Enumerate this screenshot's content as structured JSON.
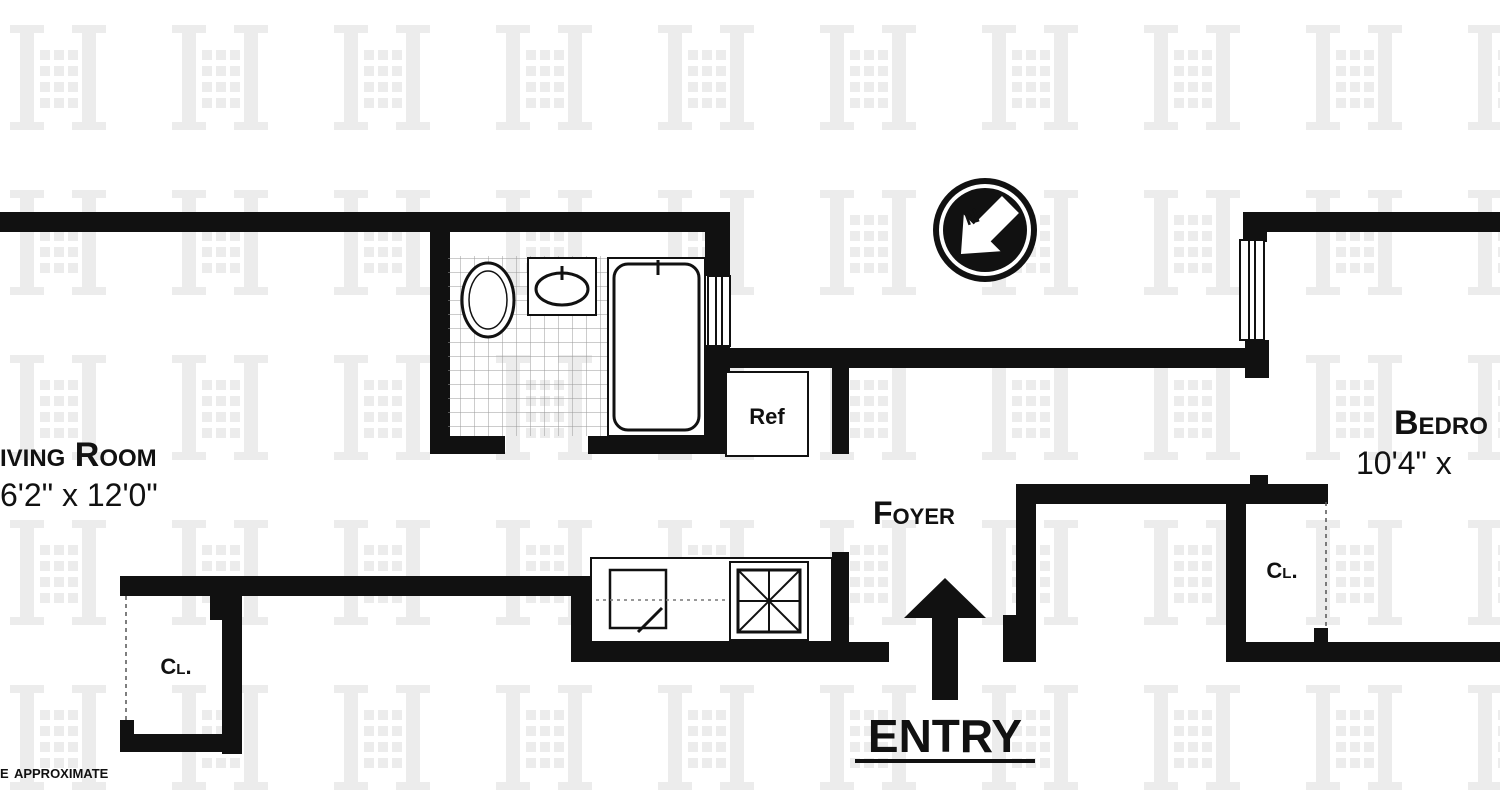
{
  "rooms": {
    "living_room": {
      "name": "iving Room",
      "dimensions": "6'2\"  x  12'0\""
    },
    "bedroom": {
      "name": "Bedro",
      "dimensions": "10'4\"  x"
    },
    "foyer": {
      "name": "Foyer"
    },
    "closet_left": {
      "name": "Cl."
    },
    "closet_right": {
      "name": "Cl."
    }
  },
  "fixtures": {
    "refrigerator": "Ref"
  },
  "compass": {
    "letter": "N"
  },
  "entry": {
    "label": "ENTRY"
  },
  "footnote": "e approximate",
  "colors": {
    "wall": "#111111",
    "watermark": "#e6e6e6",
    "background": "#ffffff"
  }
}
